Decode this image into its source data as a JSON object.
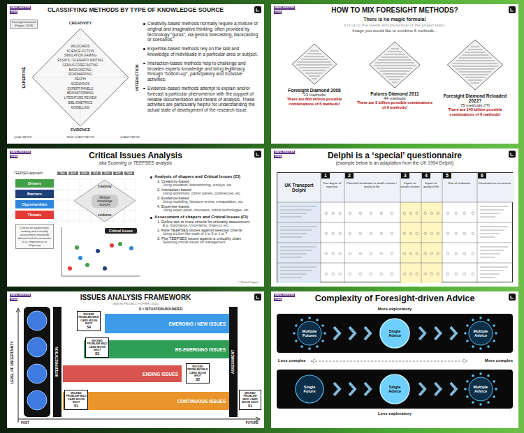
{
  "diagram": {
    "nodes": [
      {
        "text": [
          "CLASSIFYING METHODS BY TYPE OF KNOWLEDGE SOURCE"
        ]
      },
      {
        "text": [
          "HOW TO MIX FORESIGHT METHODS?"
        ]
      },
      {
        "text": [
          "Critical Issues Analysis",
          "aka Scanning or TEEPSES analysis"
        ]
      },
      {
        "text": [
          "Delphi is a ‘special’ questionnaire",
          "(example below is an adaptation from the UK 1994 Delphi)"
        ]
      },
      {
        "text": [
          "ISSUES ANALYSIS FRAMEWORK"
        ]
      },
      {
        "text": [
          "Complexity of Foresight-driven Advice"
        ]
      },
      {
        "text": [
          "WILDCARDS",
          "SCIENCE FICTION",
          "SIMULATION GAMING",
          "ESSAYS / SCENARIO WRITING",
          "GENIUS FORECASTING",
          "BACKCASTING",
          "ROADMAPPING",
          "DELPHI",
          "SCENARIOS",
          "EXPERT PANELS",
          "BRAINSTORMING",
          "LITERATURE REVIEW",
          "BIBLIOMETRICS",
          "MODELLING"
        ],
        "in": 0
      },
      {
        "text": [
          "Foresight Diamond (Popper, 2008)"
        ],
        "in": 0
      },
      {
        "text": [
          "Foresight Diamond 2008",
          "33 methods",
          "There are 800 million possible combinations of 6 methods!"
        ],
        "in": 1
      },
      {
        "text": [
          "Futures Diamond 2011",
          "44 methods",
          "There are 5 billion possible combinations of 6 methods!"
        ],
        "in": 1
      },
      {
        "text": [
          "Foresight Diamond Reloaded 2022?",
          "75 methods (!?)",
          "There are 145 billion possible combinations of 6 methods!"
        ],
        "in": 1
      },
      {
        "text": [
          "Drivers"
        ],
        "in": 2
      },
      {
        "text": [
          "Barriers"
        ],
        "in": 2
      },
      {
        "text": [
          "Opportunities"
        ],
        "in": 2
      },
      {
        "text": [
          "Threats"
        ],
        "in": 2
      },
      {
        "text": [
          "creativity",
          "Multiple knowledge sources",
          "evidence"
        ],
        "in": 2
      },
      {
        "text": [
          "Criteria for opportunity-making and criticality assessment should be defined with the innovator",
          "(e.g. Importance vs Urgency)"
        ],
        "in": 2
      },
      {
        "text": [
          "Critical Issues"
        ],
        "in": 2
      },
      {
        "text": [
          "UK Transport Delphi"
        ],
        "in": 3
      },
      {
        "text": [
          "EMERGING / NEW ISSUES"
        ],
        "in": 4
      },
      {
        "text": [
          "RE-EMERGING ISSUES"
        ],
        "in": 4
      },
      {
        "text": [
          "ENDING ISSUES"
        ],
        "in": 4
      },
      {
        "text": [
          "CONTINUOUS ISSUES"
        ],
        "in": 4
      },
      {
        "text": [
          "WICKED PROBLEM WILD CARD MOON SHOT",
          "S4"
        ],
        "in": 4
      },
      {
        "text": [
          "WICKED PROBLEM WILD CARD MOON SHOT",
          "S3"
        ],
        "in": 4
      },
      {
        "text": [
          "WICKED PROBLEM WILD CARD MOON SHOT",
          "S2"
        ],
        "in": 4
      },
      {
        "text": [
          "WICKED PROBLEM WILD CARD MOON SHOT",
          "S1"
        ],
        "in": 4
      },
      {
        "text": [
          "WICKED PROBLEM WILD CARD MOON SHOT",
          "S1"
        ],
        "in": 4
      },
      {
        "text": [
          "Multiple Futures"
        ],
        "in": 5
      },
      {
        "text": [
          "Single Advice"
        ],
        "in": 5
      },
      {
        "text": [
          "Multiple Advice"
        ],
        "in": 5
      },
      {
        "text": [
          "Single Future"
        ],
        "in": 5
      },
      {
        "text": [
          "Single Advice"
        ],
        "in": 5
      },
      {
        "text": [
          "Multiple Advice"
        ],
        "in": 5
      }
    ],
    "edges": [
      {
        "from": 28,
        "to": 29,
        "arrow": "to"
      },
      {
        "from": 29,
        "to": 30,
        "arrow": "to"
      },
      {
        "from": 31,
        "to": 32,
        "arrow": "to"
      },
      {
        "from": 32,
        "to": 33,
        "arrow": "to"
      }
    ],
    "labels": [
      "MANCHESTER",
      "1824",
      "MANCHESTER",
      "1824",
      "MANCHESTER",
      "1824",
      "MANCHESTER",
      "1824",
      "MANCHESTER",
      "1824",
      "MANCHESTER",
      "1824",
      "CREATIVITY",
      "EXPERTISE",
      "INTERACTION",
      "EVIDENCE",
      "QUALITATIVE",
      "SEMI-QUANTITATIVE",
      "QUANTITATIVE",
      "Creativity-based methods normally require a mixture of original and imaginative thinking, often provided by technology “gurus”, via genius forecasting, backcasting or scenarios.",
      "Expertise-based methods rely on the skill and knowledge of individuals in a particular area or subject.",
      "Interaction-based methods help to challenge and broaden experts knowledge and bring legitimacy through “bottom-up”, participatory and inclusive activities.",
      "Evidence-based methods attempt to explain and/or forecast a particular phenomenon with the support of reliable documentation and means of analysis. These activities are particularly helpful for understanding the actual state of development of the research issue.",
      "There is no magic formula!",
      "It is up to the needs and know-how of the project team.",
      "Image you would like to combine 6 methods...",
      "TEEPSES approach",
      "Tec",
      "Eco",
      "Env",
      "Pol",
      "Soc",
      "Eth",
      "Spa",
      "Analysis of shapers and Critical Issues (CI)",
      "1. Creativity-based",
      "Using scenarios, brainstorming, surveys, etc.",
      "2. Interaction-based",
      "Using workshops, citizen panels, conferences, etc.",
      "3. Evidence-based",
      "Using modelling, literature review, extrapolation, etc.",
      "4. Expertise-based",
      "Using expert panel, interviews, critical technologies, etc.",
      "Assessment of shapers and Critical Issues (CI)",
      "1. Define two or more criteria for criticality assessment",
      "E.g. Importance, Uncertainty, Urgency, etc.",
      "2. Rate TEEPSES issues against selected criteria",
      "Using a Likert-like scale of 1 to 5 or 1 to 7",
      "3. Plot TEEPSES issues against a criticality chart",
      "Selecting critical issues for management",
      "© Rafael Popper",
      "1",
      "2",
      "3",
      "4",
      "5",
      "6",
      "Your degree of expertise",
      "Potential contribution to wealth creation / quality of life",
      "Impact on wealth creation",
      "Impact on quality of life",
      "Time of realisation",
      "Constraints on occurrence",
      "(iKNOW PROJECT, POPPER, 2011)",
      "S = SITUATION-BOUNDED",
      "LEVEL OF UNCERTAINTY",
      "INTERPRETATION",
      "ASSESSMENT",
      "PAST",
      "FUTURE",
      "More exploratory",
      "Less exploratory",
      "Less complex",
      "More complex"
    ]
  }
}
